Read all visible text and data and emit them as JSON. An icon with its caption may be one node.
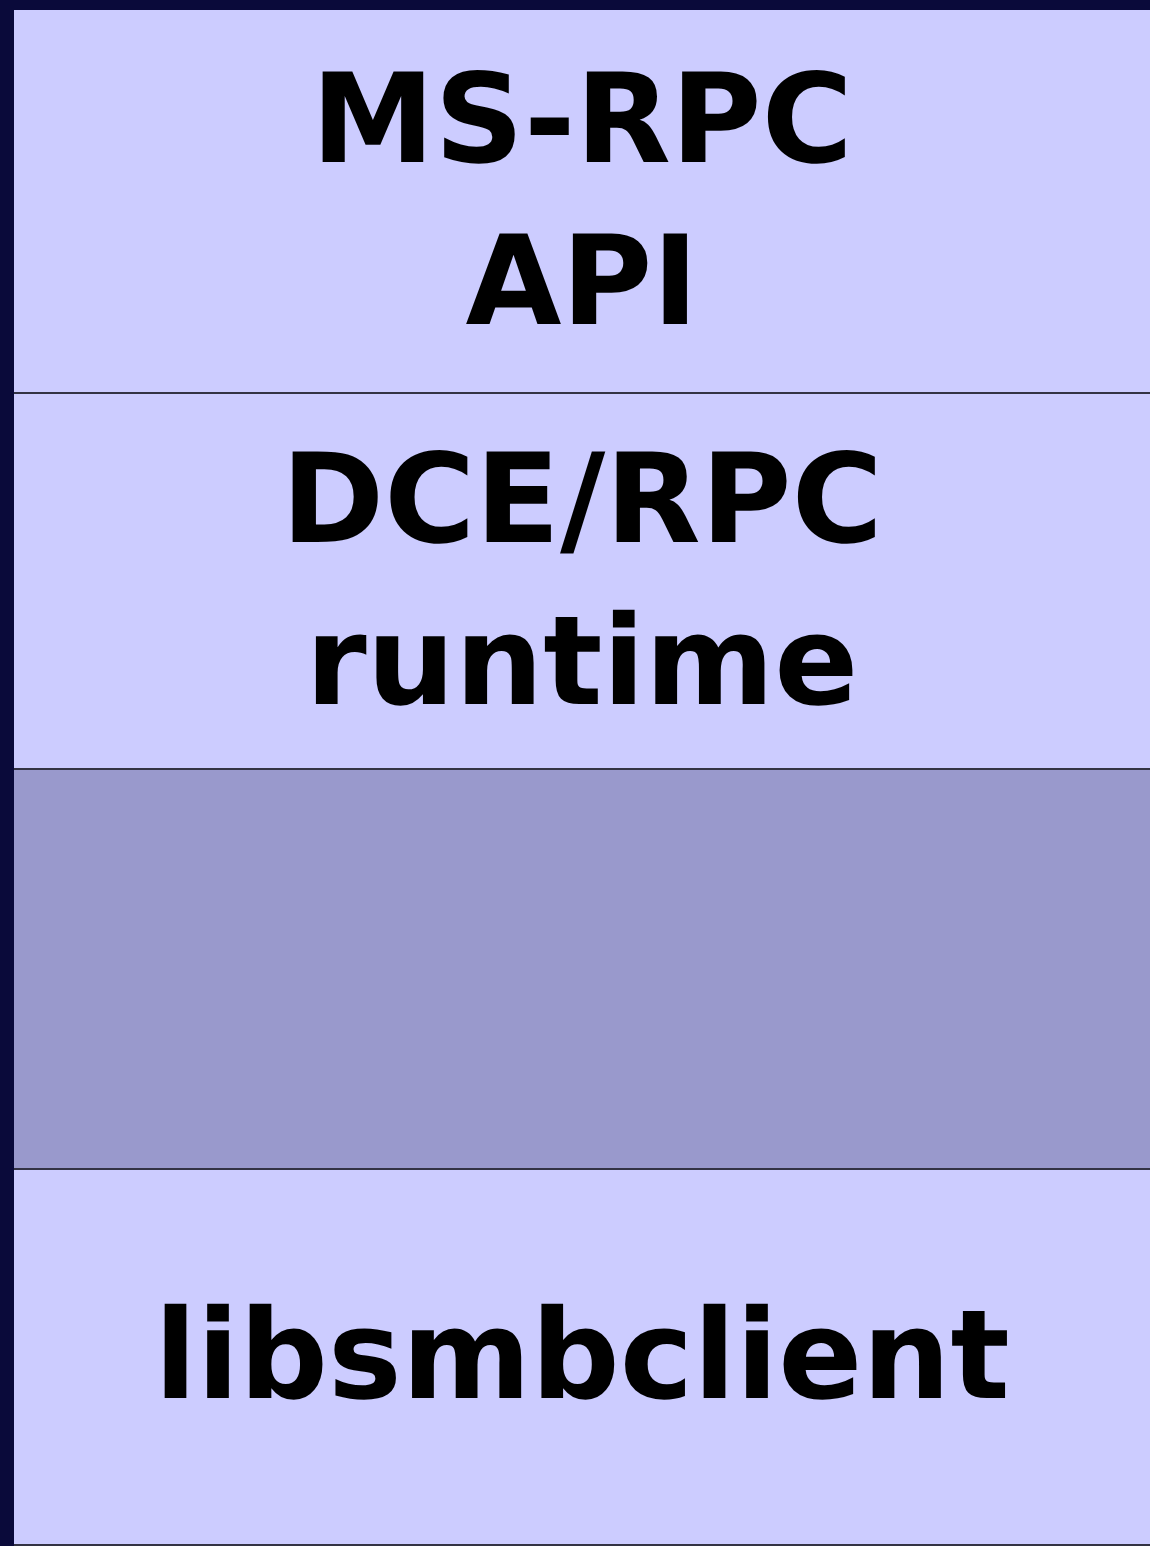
{
  "diagram": {
    "nodes": [
      {
        "text": [
          "MS-RPC API"
        ]
      },
      {
        "text": [
          "DCE/RPC runtime"
        ]
      },
      {
        "text": [],
        "shape": "box"
      },
      {
        "text": [
          "libsmbclient"
        ]
      }
    ]
  }
}
